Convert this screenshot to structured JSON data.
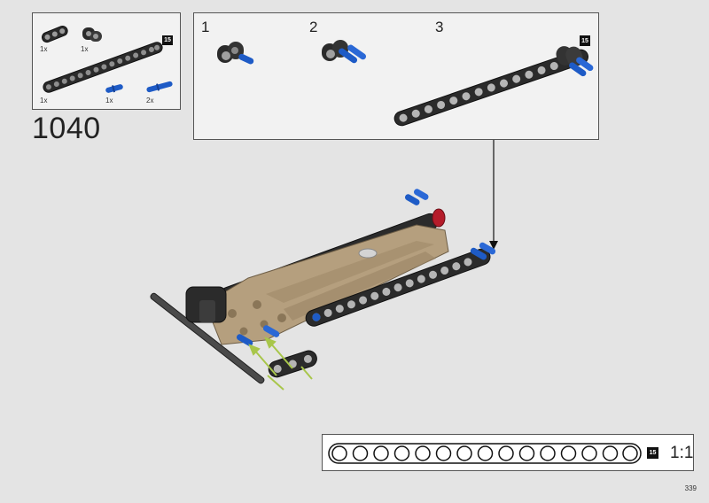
{
  "parts_list": {
    "items": [
      {
        "name": "beam-3",
        "qty": "1x"
      },
      {
        "name": "angle-connector",
        "qty": "1x"
      },
      {
        "name": "beam-15",
        "qty": "1x"
      },
      {
        "name": "pin-blue",
        "qty": "1x"
      },
      {
        "name": "axle-pin-blue",
        "qty": "2x"
      }
    ],
    "badge": "15"
  },
  "step": {
    "number": "1040"
  },
  "substeps": [
    {
      "number": "1"
    },
    {
      "number": "2"
    },
    {
      "number": "3"
    }
  ],
  "subassembly_badge": "15",
  "ruler": {
    "badge": "15",
    "scale": "1:1"
  },
  "page": {
    "number": "339"
  },
  "colors": {
    "part_black": "#2b2b2b",
    "part_blue": "#1e5bc6",
    "part_tan": "#b59f7e",
    "part_red": "#b51c2a",
    "arrow_green": "#a8c64a",
    "arrow_black": "#111111"
  }
}
